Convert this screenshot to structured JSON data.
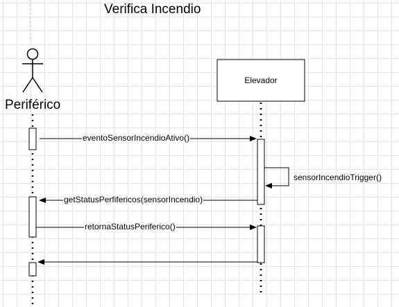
{
  "diagram": {
    "title": "Verifica Incendio",
    "actor": {
      "label": "Periférico"
    },
    "participant": {
      "label": "Elevador"
    },
    "messages": [
      {
        "label": "eventoSensorIncendioAtivo()"
      },
      {
        "label": "sensorIncendioTrigger()"
      },
      {
        "label": "getStatusPerfifericos(sensorIncendio)"
      },
      {
        "label": "retornaStatusPeriferico()"
      },
      {
        "label": ""
      }
    ]
  }
}
